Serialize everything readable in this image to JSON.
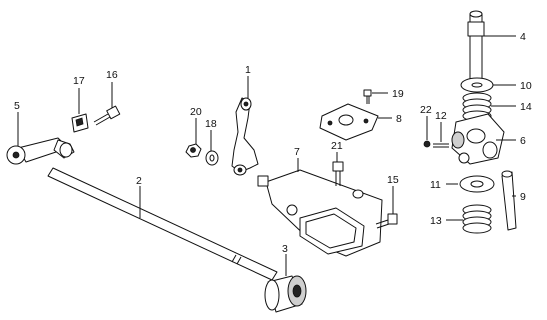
{
  "diagram": {
    "callouts": [
      "1",
      "2",
      "3",
      "4",
      "5",
      "6",
      "7",
      "8",
      "9",
      "10",
      "11",
      "12",
      "13",
      "14",
      "15",
      "16",
      "17",
      "18",
      "19",
      "20",
      "21",
      "22"
    ],
    "colors": {
      "ink": "#111111",
      "background": "#ffffff",
      "shade": "#cfcfcf"
    }
  }
}
